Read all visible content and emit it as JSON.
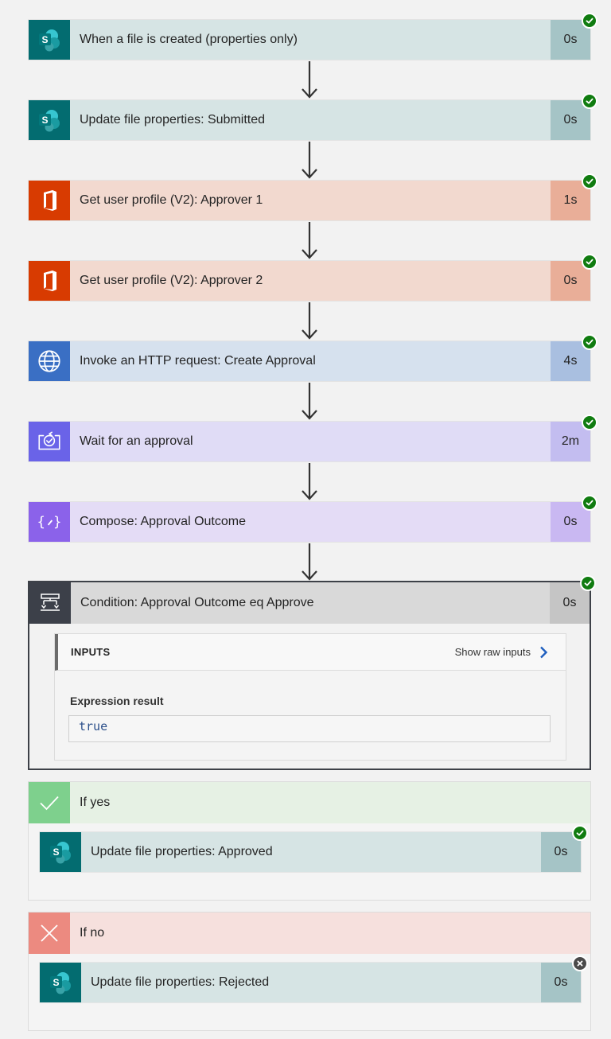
{
  "steps": [
    {
      "label": "When a file is created (properties only)",
      "duration": "0s",
      "icon": "sharepoint-icon",
      "status": "succeeded"
    },
    {
      "label": "Update file properties: Submitted",
      "duration": "0s",
      "icon": "sharepoint-icon",
      "status": "succeeded"
    },
    {
      "label": "Get user profile (V2): Approver 1",
      "duration": "1s",
      "icon": "office-icon",
      "status": "succeeded"
    },
    {
      "label": "Get user profile (V2): Approver 2",
      "duration": "0s",
      "icon": "office-icon",
      "status": "succeeded"
    },
    {
      "label": "Invoke an HTTP request: Create Approval",
      "duration": "4s",
      "icon": "globe-icon",
      "status": "succeeded"
    },
    {
      "label": "Wait for an approval",
      "duration": "2m",
      "icon": "approval-icon",
      "status": "succeeded"
    },
    {
      "label": "Compose: Approval Outcome",
      "duration": "0s",
      "icon": "compose-icon",
      "status": "succeeded"
    }
  ],
  "condition": {
    "label": "Condition: Approval Outcome eq Approve",
    "duration": "0s",
    "icon": "condition-icon",
    "status": "succeeded",
    "inputs_title": "INPUTS",
    "show_raw_label": "Show raw inputs",
    "expression_label": "Expression result",
    "expression_value": "true"
  },
  "branches": {
    "yes": {
      "label": "If yes",
      "step": {
        "label": "Update file properties: Approved",
        "duration": "0s",
        "icon": "sharepoint-icon",
        "status": "succeeded"
      }
    },
    "no": {
      "label": "If no",
      "step": {
        "label": "Update file properties: Rejected",
        "duration": "0s",
        "icon": "sharepoint-icon",
        "status": "skipped"
      }
    }
  },
  "colors": {
    "success": "#107c10",
    "sharepoint": "#036c70",
    "office": "#d83b01",
    "http": "#3a6fc4",
    "approval": "#6a63e8",
    "compose": "#8b62ea",
    "condition": "#3c4049"
  }
}
